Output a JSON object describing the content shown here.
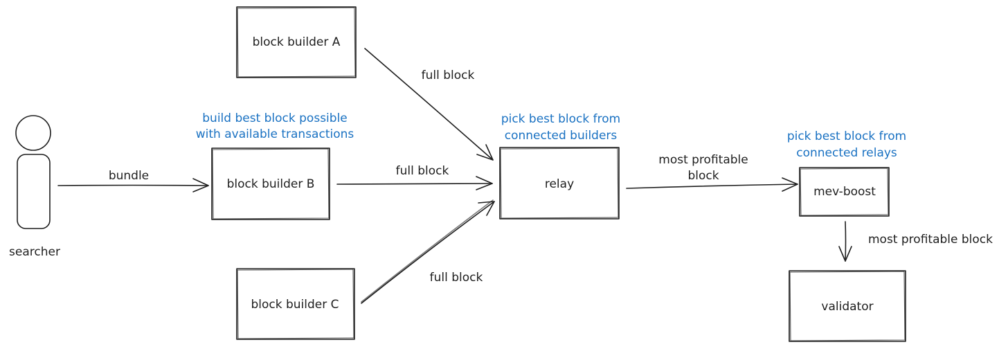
{
  "diagram": {
    "actor": {
      "label": "searcher"
    },
    "nodes": {
      "builder_a": "block builder A",
      "builder_b": "block builder B",
      "builder_c": "block builder C",
      "relay": "relay",
      "mev_boost": "mev-boost",
      "validator": "validator"
    },
    "edges": {
      "searcher_to_b": "bundle",
      "a_to_relay": "full block",
      "b_to_relay": "full block",
      "c_to_relay": "full block",
      "relay_to_mev_line1": "most profitable",
      "relay_to_mev_line2": "block",
      "mev_to_validator": "most profitable block"
    },
    "notes": {
      "builder_note_line1": "build best block possible",
      "builder_note_line2": "with available transactions",
      "relay_note_line1": "pick best block from",
      "relay_note_line2": "connected builders",
      "mev_note_line1": "pick best block from",
      "mev_note_line2": "connected relays"
    },
    "colors": {
      "stroke": "#1e1e1e",
      "note": "#1971c2",
      "background": "#ffffff"
    }
  }
}
